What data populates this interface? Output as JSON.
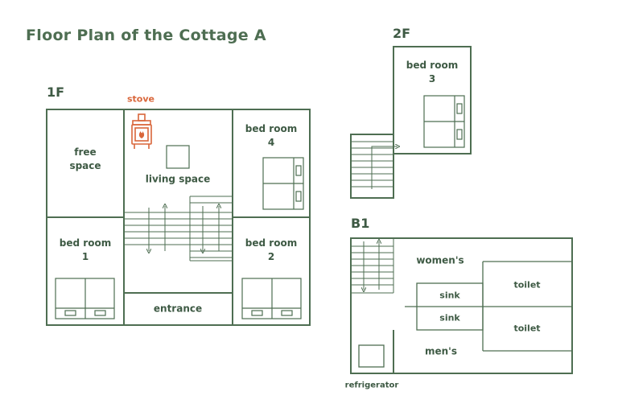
{
  "title": "Floor Plan of the Cottage A",
  "colors": {
    "line": "#4e6e52",
    "accent": "#d9663a"
  },
  "floors": {
    "f1": {
      "label": "1F",
      "rooms": {
        "free_space": [
          "free",
          "space"
        ],
        "bed_room_1": [
          "bed room",
          "1"
        ],
        "living_space": "living space",
        "bed_room_4": [
          "bed room",
          "4"
        ],
        "bed_room_2": [
          "bed room",
          "2"
        ],
        "entrance": "entrance"
      },
      "stove_label": "stove",
      "stove_icon": "wood-stove-icon"
    },
    "f2": {
      "label": "2F",
      "rooms": {
        "bed_room_3": [
          "bed room",
          "3"
        ]
      }
    },
    "b1": {
      "label": "B1",
      "rooms": {
        "womens": "women's",
        "mens": "men's",
        "sink_1": "sink",
        "sink_2": "sink",
        "toilet_1": "toilet",
        "toilet_2": "toilet"
      },
      "refrigerator_label": "refrigerator"
    }
  }
}
